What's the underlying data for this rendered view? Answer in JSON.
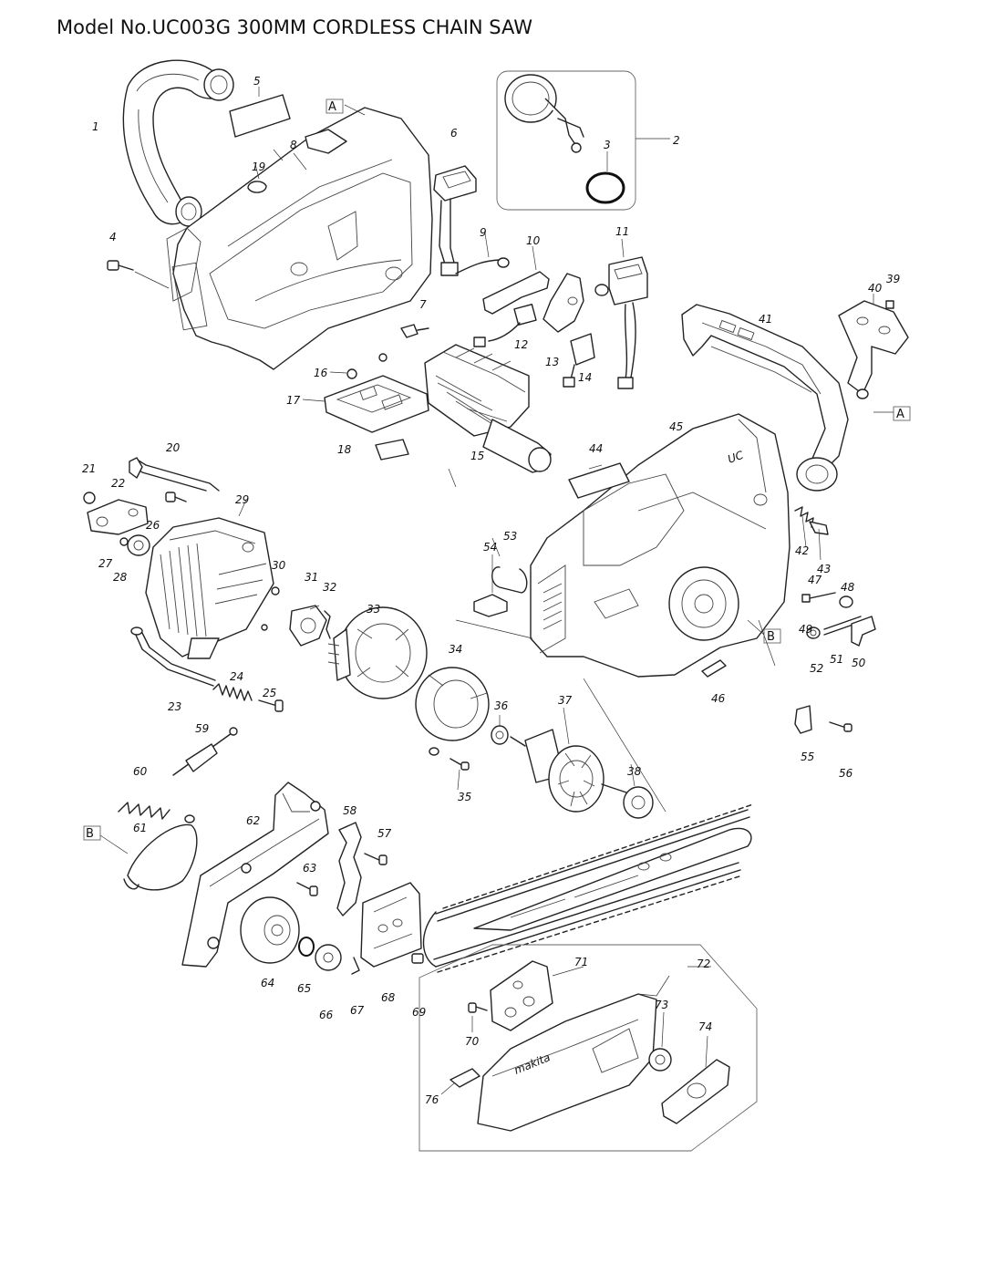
{
  "title": "Model No.UC003G 300MM CORDLESS CHAIN SAW",
  "ref_marks": [
    "A",
    "B"
  ],
  "parts": [
    {
      "no": "1"
    },
    {
      "no": "2"
    },
    {
      "no": "3"
    },
    {
      "no": "4"
    },
    {
      "no": "5"
    },
    {
      "no": "6"
    },
    {
      "no": "7"
    },
    {
      "no": "8"
    },
    {
      "no": "9"
    },
    {
      "no": "10"
    },
    {
      "no": "11"
    },
    {
      "no": "12"
    },
    {
      "no": "13"
    },
    {
      "no": "14"
    },
    {
      "no": "15"
    },
    {
      "no": "16"
    },
    {
      "no": "17"
    },
    {
      "no": "18"
    },
    {
      "no": "19"
    },
    {
      "no": "20"
    },
    {
      "no": "21"
    },
    {
      "no": "22"
    },
    {
      "no": "23"
    },
    {
      "no": "24"
    },
    {
      "no": "25"
    },
    {
      "no": "26"
    },
    {
      "no": "27"
    },
    {
      "no": "28"
    },
    {
      "no": "29"
    },
    {
      "no": "30"
    },
    {
      "no": "31"
    },
    {
      "no": "32"
    },
    {
      "no": "33"
    },
    {
      "no": "34"
    },
    {
      "no": "35"
    },
    {
      "no": "36"
    },
    {
      "no": "37"
    },
    {
      "no": "38"
    },
    {
      "no": "39"
    },
    {
      "no": "40"
    },
    {
      "no": "41"
    },
    {
      "no": "42"
    },
    {
      "no": "43"
    },
    {
      "no": "44"
    },
    {
      "no": "45"
    },
    {
      "no": "46"
    },
    {
      "no": "47"
    },
    {
      "no": "48"
    },
    {
      "no": "49"
    },
    {
      "no": "50"
    },
    {
      "no": "51"
    },
    {
      "no": "52"
    },
    {
      "no": "53"
    },
    {
      "no": "54"
    },
    {
      "no": "55"
    },
    {
      "no": "56"
    },
    {
      "no": "57"
    },
    {
      "no": "58"
    },
    {
      "no": "59"
    },
    {
      "no": "60"
    },
    {
      "no": "61"
    },
    {
      "no": "62"
    },
    {
      "no": "63"
    },
    {
      "no": "64"
    },
    {
      "no": "65"
    },
    {
      "no": "66"
    },
    {
      "no": "67"
    },
    {
      "no": "68"
    },
    {
      "no": "69"
    },
    {
      "no": "70"
    },
    {
      "no": "71"
    },
    {
      "no": "72"
    },
    {
      "no": "73"
    },
    {
      "no": "74"
    },
    {
      "no": "76"
    }
  ]
}
